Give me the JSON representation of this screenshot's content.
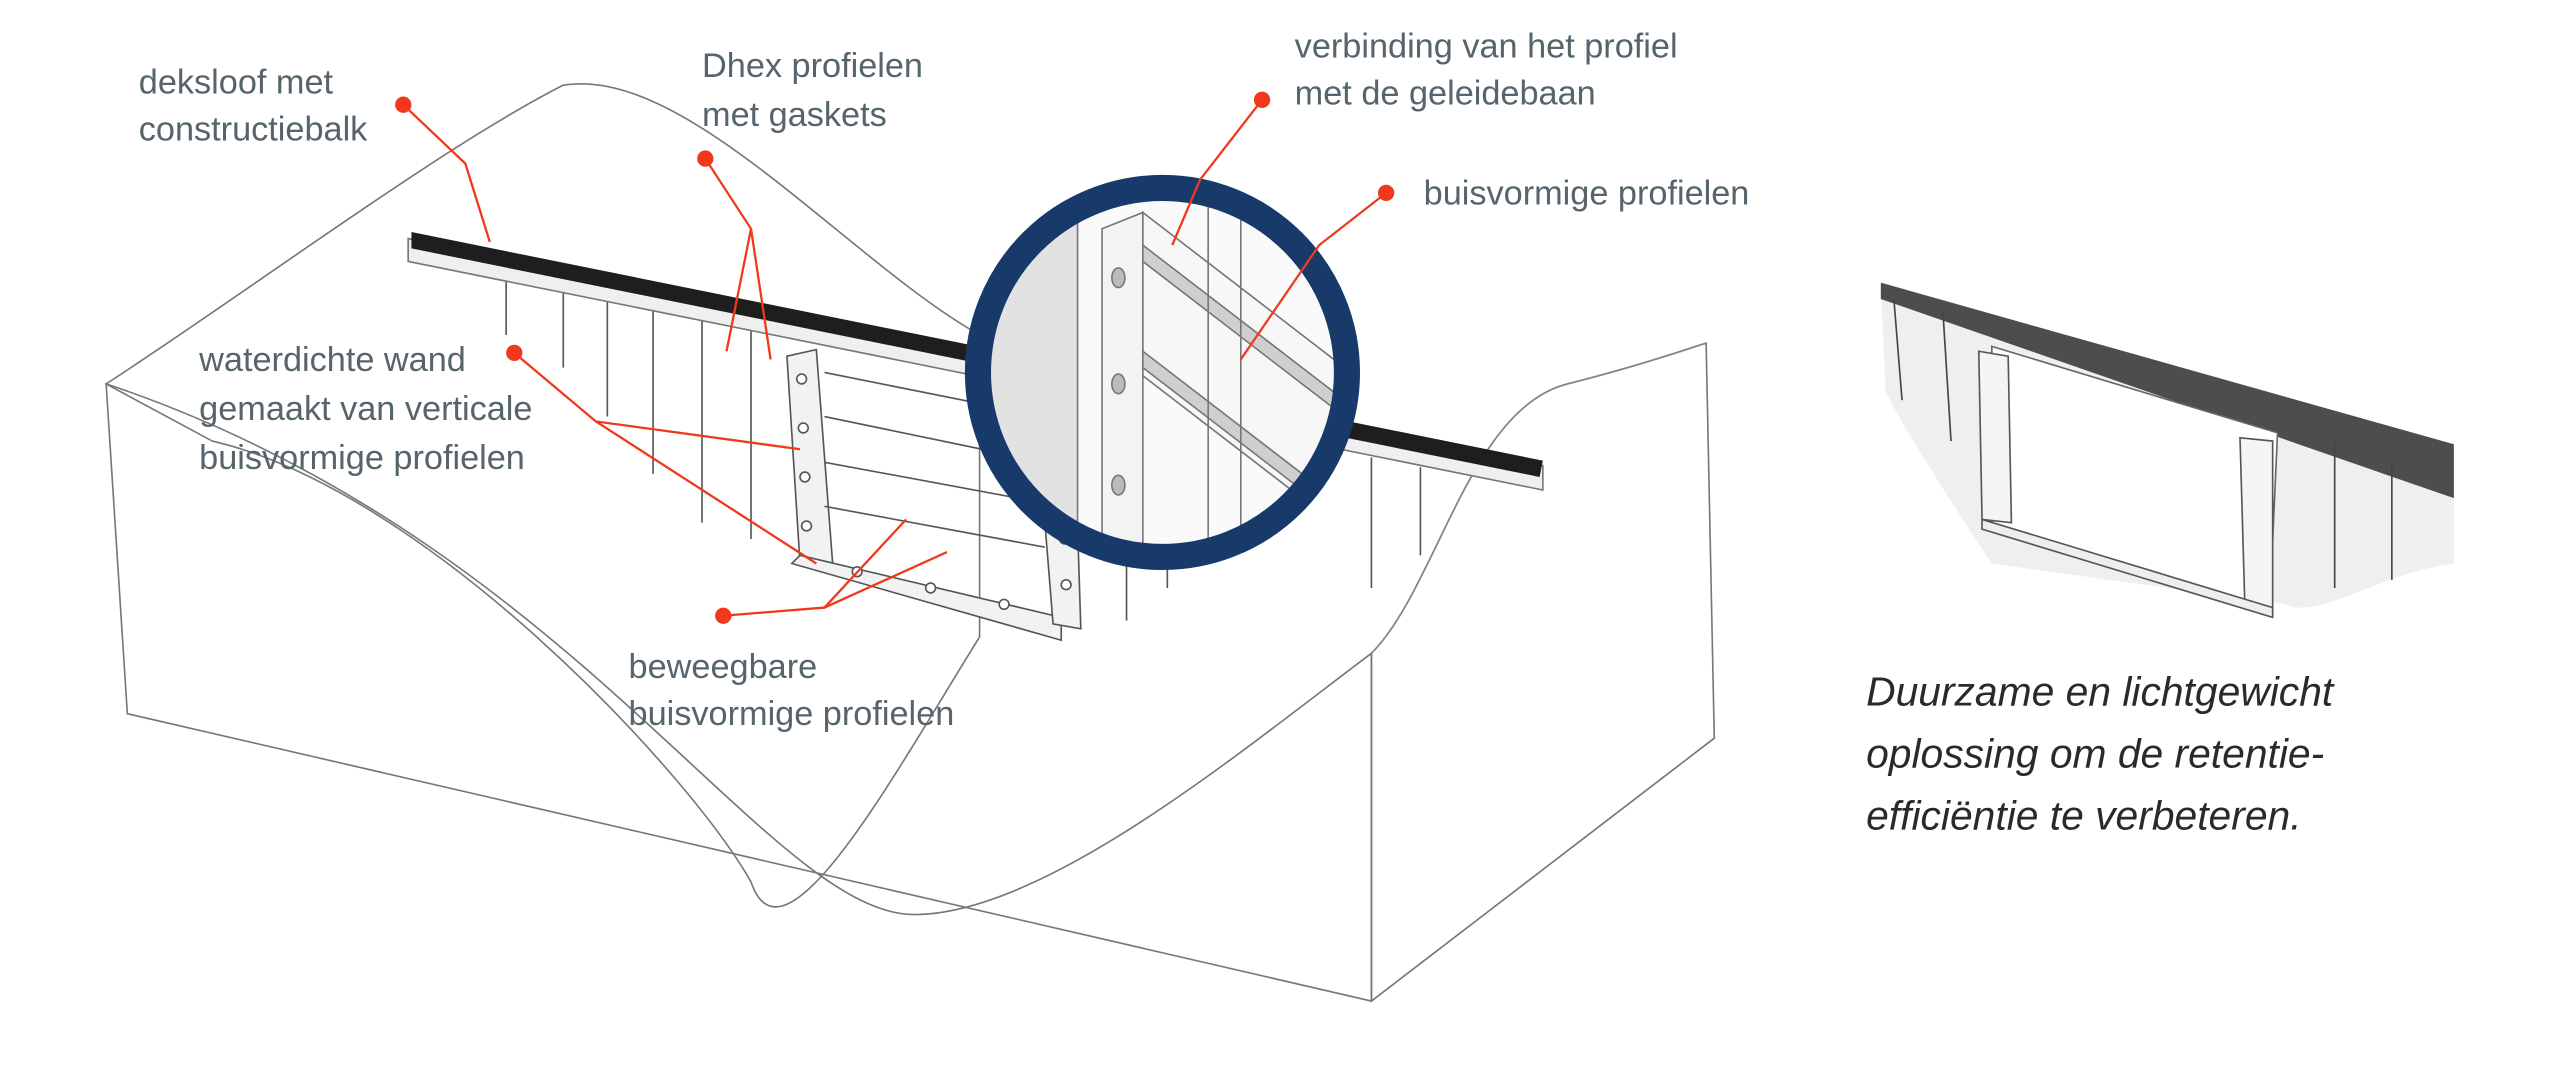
{
  "labels": {
    "deksloof": [
      "deksloof met",
      "constructiebalk"
    ],
    "dhex": [
      "Dhex profielen",
      "met gaskets"
    ],
    "verbinding": [
      "verbinding van het profiel",
      "met de geleidebaan"
    ],
    "buisvormig": "buisvormige profielen",
    "wand": [
      "waterdichte wand",
      "gemaakt van verticale",
      "buisvormige profielen"
    ],
    "beweegbaar": [
      "beweegbare",
      "buisvormige profielen"
    ]
  },
  "caption": [
    "Duurzame en lichtgewicht",
    "oplossing om de retentie-",
    "efficiëntie te verbeteren."
  ],
  "colors": {
    "label": "#56646c",
    "leader": "#f0391c",
    "ring": "#173a6b",
    "beam": "#1e1e1e"
  }
}
